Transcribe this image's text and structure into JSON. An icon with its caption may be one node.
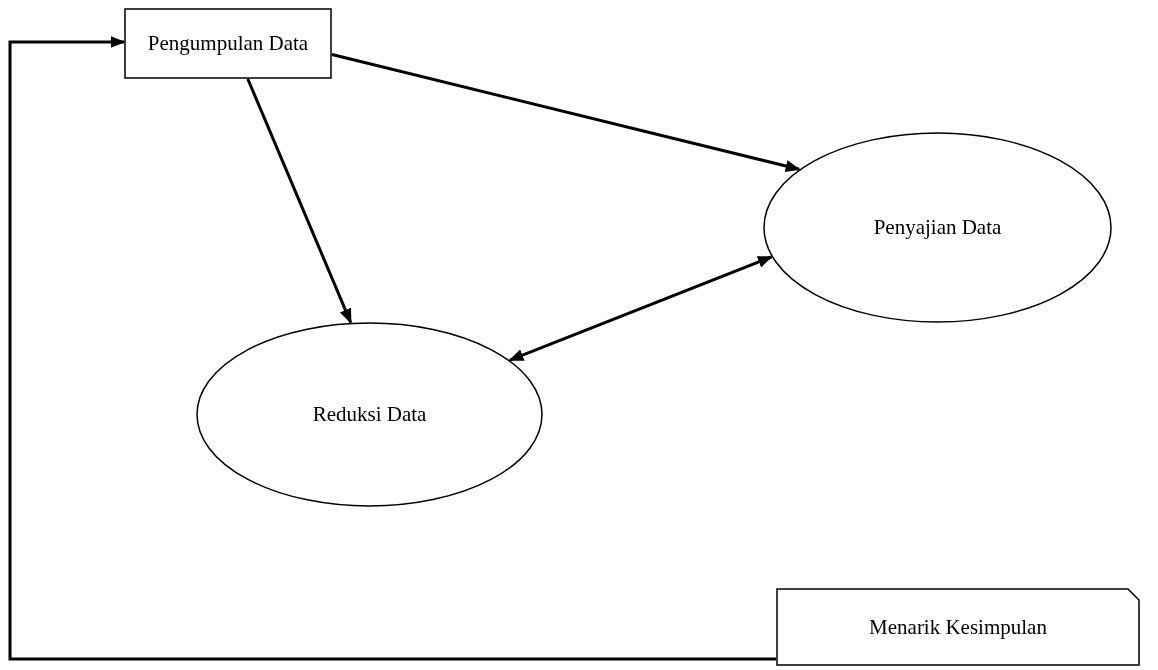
{
  "diagram": {
    "nodes": [
      {
        "text": [
          "Pengumpulan Data"
        ]
      },
      {
        "text": [
          "Penyajian Data"
        ]
      },
      {
        "text": [
          "Reduksi Data"
        ]
      },
      {
        "text": [
          "Menarik Kesimpulan"
        ]
      }
    ],
    "edges": [
      {
        "from": 0,
        "to": 1,
        "arrow": "to"
      },
      {
        "from": 0,
        "to": 2,
        "arrow": "to"
      },
      {
        "from": 2,
        "to": 1,
        "arrow": "both"
      },
      {
        "from": 3,
        "to": 0,
        "arrow": "to"
      }
    ]
  }
}
